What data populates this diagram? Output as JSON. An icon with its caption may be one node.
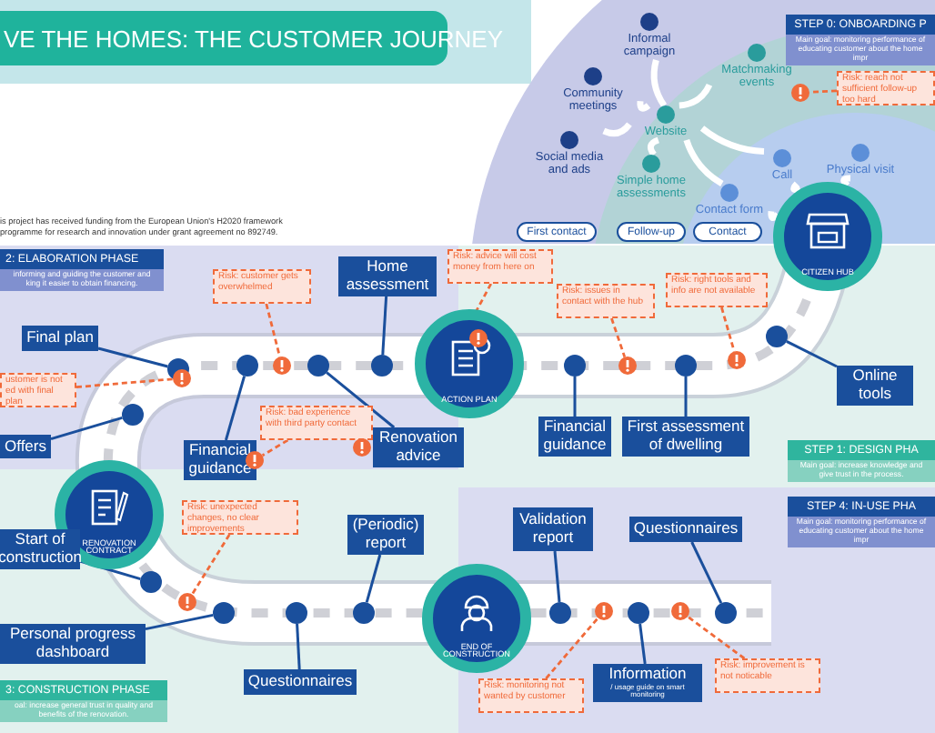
{
  "diagram": {
    "title": "VE THE HOMES: THE CUSTOMER JOURNEY",
    "nodes": [
      {
        "text": [
          "STEP 0: ONBOARDING P",
          "Main goal: monitoring performance of educating customer about the home impr"
        ]
      },
      {
        "text": [
          "2: ELABORATION PHASE",
          "informing and guiding the customer and king it easier to obtain financing."
        ]
      },
      {
        "text": [
          "STEP 1: DESIGN PHA",
          "Main goal: increase knowledge and give trust in the process."
        ]
      },
      {
        "text": [
          "3: CONSTRUCTION PHASE",
          "oal: increase general trust in quality and benefits of the renovation."
        ]
      },
      {
        "text": [
          "STEP 4: IN-USE PHA",
          "Main goal: monitoring performance of educating customer about the home impr"
        ]
      },
      {
        "text": [
          "Informal campaign"
        ]
      },
      {
        "text": [
          "Community meetings"
        ]
      },
      {
        "text": [
          "Social media and ads"
        ]
      },
      {
        "text": [
          "Website"
        ]
      },
      {
        "text": [
          "Matchmaking events"
        ]
      },
      {
        "text": [
          "Simple home assessments"
        ]
      },
      {
        "text": [
          "Call"
        ]
      },
      {
        "text": [
          "Physical visit"
        ]
      },
      {
        "text": [
          "Contact form"
        ]
      },
      {
        "text": [
          "CITIZEN HUB"
        ]
      },
      {
        "text": [
          "First contact"
        ]
      },
      {
        "text": [
          "Follow-up"
        ]
      },
      {
        "text": [
          "Contact"
        ]
      },
      {
        "text": [
          "Risk: reach not sufficient follow-up too hard"
        ]
      },
      {
        "text": [],
        "shape": "circle"
      },
      {
        "text": [
          "Online tools"
        ]
      },
      {
        "text": [],
        "shape": "circle"
      },
      {
        "text": [
          "First assessment of dwelling"
        ]
      },
      {
        "text": [],
        "shape": "circle"
      },
      {
        "text": [
          "Financial guidance"
        ]
      },
      {
        "text": [],
        "shape": "circle"
      },
      {
        "text": [
          "ACTION PLAN"
        ]
      },
      {
        "text": [
          "Home assessment"
        ]
      },
      {
        "text": [],
        "shape": "circle"
      },
      {
        "text": [
          "Renovation advice"
        ]
      },
      {
        "text": [],
        "shape": "circle"
      },
      {
        "text": [
          "Financial guidance"
        ]
      },
      {
        "text": [],
        "shape": "circle"
      },
      {
        "text": [
          "Final plan"
        ]
      },
      {
        "text": [],
        "shape": "circle"
      },
      {
        "text": [
          "Offers"
        ]
      },
      {
        "text": [],
        "shape": "circle"
      },
      {
        "text": [
          "RENOVATION CONTRACT"
        ]
      },
      {
        "text": [
          "Start of construction"
        ]
      },
      {
        "text": [],
        "shape": "circle"
      },
      {
        "text": [
          "Personal progress dashboard"
        ]
      },
      {
        "text": [],
        "shape": "circle"
      },
      {
        "text": [
          "Questionnaires"
        ]
      },
      {
        "text": [],
        "shape": "circle"
      },
      {
        "text": [
          "(Periodic) report"
        ]
      },
      {
        "text": [],
        "shape": "circle"
      },
      {
        "text": [
          "END OF CONSTRUCTION"
        ]
      },
      {
        "text": [
          "Validation report"
        ]
      },
      {
        "text": [],
        "shape": "circle"
      },
      {
        "text": [
          "Information",
          "/ usage guide on smart monitoring"
        ]
      },
      {
        "text": [],
        "shape": "circle"
      },
      {
        "text": [
          "Questionnaires"
        ]
      },
      {
        "text": [],
        "shape": "circle"
      },
      {
        "text": [
          "Risk: advice will cost money from here on"
        ]
      },
      {
        "text": [],
        "shape": "circle",
        "in": 26
      },
      {
        "text": [
          "Risk: issues in contact with the hub"
        ]
      },
      {
        "text": [],
        "shape": "circle"
      },
      {
        "text": [
          "Risk: right tools and info are not available"
        ]
      },
      {
        "text": [],
        "shape": "circle"
      },
      {
        "text": [
          "Risk: customer gets overwhelmed"
        ]
      },
      {
        "text": [],
        "shape": "circle"
      },
      {
        "text": [
          "ustomer is not ed with final plan"
        ]
      },
      {
        "text": [],
        "shape": "circle"
      },
      {
        "text": [
          "Risk: bad experience with third party contact"
        ]
      },
      {
        "text": [],
        "shape": "circle"
      },
      {
        "text": [],
        "shape": "circle"
      },
      {
        "text": [
          "Risk: unexpected changes, no clear improvements"
        ]
      },
      {
        "text": [],
        "shape": "circle"
      },
      {
        "text": [
          "Risk: monitoring not wanted by customer"
        ]
      },
      {
        "text": [],
        "shape": "circle"
      },
      {
        "text": [
          "Risk: improvement is not noticable"
        ]
      },
      {
        "text": [],
        "shape": "circle"
      }
    ],
    "edges": [
      {
        "from": 5,
        "to": 8,
        "arrow": "none",
        "style": "thick",
        "color": "#ffffff"
      },
      {
        "from": 6,
        "to": 8,
        "arrow": "none",
        "style": "thick",
        "color": "#ffffff"
      },
      {
        "from": 7,
        "to": 8,
        "arrow": "none",
        "style": "thick",
        "color": "#ffffff"
      },
      {
        "from": 8,
        "to": 9,
        "arrow": "none",
        "style": "thick",
        "color": "#ffffff"
      },
      {
        "from": 8,
        "to": 10,
        "arrow": "none",
        "style": "thick",
        "color": "#ffffff"
      },
      {
        "from": 8,
        "to": 11,
        "arrow": "none",
        "style": "thick",
        "color": "#ffffff"
      },
      {
        "from": 8,
        "to": 13,
        "arrow": "none",
        "style": "thick",
        "color": "#ffffff"
      },
      {
        "from": 11,
        "to": 14,
        "arrow": "none",
        "style": "thick",
        "color": "#ffffff"
      },
      {
        "from": 12,
        "to": 14,
        "arrow": "none",
        "style": "thick",
        "color": "#ffffff"
      },
      {
        "from": 13,
        "to": 14,
        "arrow": "none",
        "style": "thick",
        "color": "#ffffff"
      },
      {
        "from": 20,
        "to": 21,
        "arrow": "none"
      },
      {
        "from": 22,
        "to": 23,
        "arrow": "none"
      },
      {
        "from": 24,
        "to": 25,
        "arrow": "none"
      },
      {
        "from": 27,
        "to": 28,
        "arrow": "none"
      },
      {
        "from": 29,
        "to": 30,
        "arrow": "none"
      },
      {
        "from": 31,
        "to": 32,
        "arrow": "none"
      },
      {
        "from": 33,
        "to": 34,
        "arrow": "none"
      },
      {
        "from": 35,
        "to": 36,
        "arrow": "none"
      },
      {
        "from": 38,
        "to": 39,
        "arrow": "none"
      },
      {
        "from": 40,
        "to": 41,
        "arrow": "none"
      },
      {
        "from": 42,
        "to": 43,
        "arrow": "none"
      },
      {
        "from": 44,
        "to": 45,
        "arrow": "none"
      },
      {
        "from": 47,
        "to": 48,
        "arrow": "none"
      },
      {
        "from": 49,
        "to": 50,
        "arrow": "none"
      },
      {
        "from": 51,
        "to": 52,
        "arrow": "none"
      },
      {
        "from": 18,
        "to": 19,
        "arrow": "none",
        "style": "dashed",
        "color": "#f06a3a"
      },
      {
        "from": 53,
        "to": 54,
        "arrow": "none",
        "style": "dashed",
        "color": "#f06a3a"
      },
      {
        "from": 55,
        "to": 56,
        "arrow": "none",
        "style": "dashed",
        "color": "#f06a3a"
      },
      {
        "from": 57,
        "to": 58,
        "arrow": "none",
        "style": "dashed",
        "color": "#f06a3a"
      },
      {
        "from": 59,
        "to": 60,
        "arrow": "none",
        "style": "dashed",
        "color": "#f06a3a"
      },
      {
        "from": 61,
        "to": 62,
        "arrow": "none",
        "style": "dashed",
        "color": "#f06a3a"
      },
      {
        "from": 63,
        "to": 64,
        "arrow": "none",
        "style": "dashed",
        "color": "#f06a3a"
      },
      {
        "from": 66,
        "to": 67,
        "arrow": "none",
        "style": "dashed",
        "color": "#f06a3a"
      },
      {
        "from": 68,
        "to": 69,
        "arrow": "none",
        "style": "dashed",
        "color": "#f06a3a"
      },
      {
        "from": 70,
        "to": 71,
        "arrow": "none",
        "style": "dashed",
        "color": "#f06a3a"
      }
    ],
    "labels": [
      "is project has received funding from the European Union's H2020 framework programme for research and innovation under grant agreement no 892749."
    ]
  }
}
